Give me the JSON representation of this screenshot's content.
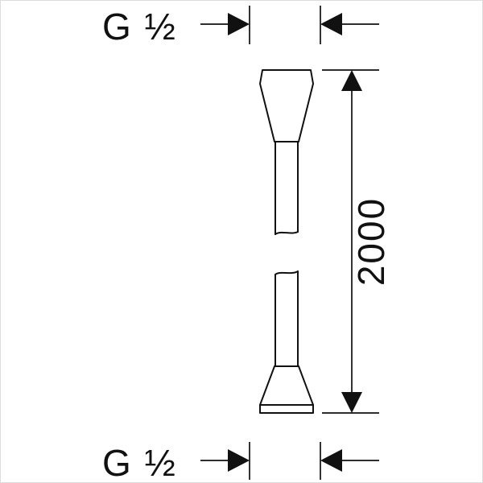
{
  "diagram": {
    "type": "technical-line-drawing",
    "subject": "shower-hose-dimension-drawing",
    "labels": {
      "top_thread": "G ½",
      "bottom_thread": "G ½",
      "hose_length": "2000"
    },
    "colors": {
      "line": "#111111",
      "background": "#ffffff",
      "border": "#dddddd"
    }
  }
}
